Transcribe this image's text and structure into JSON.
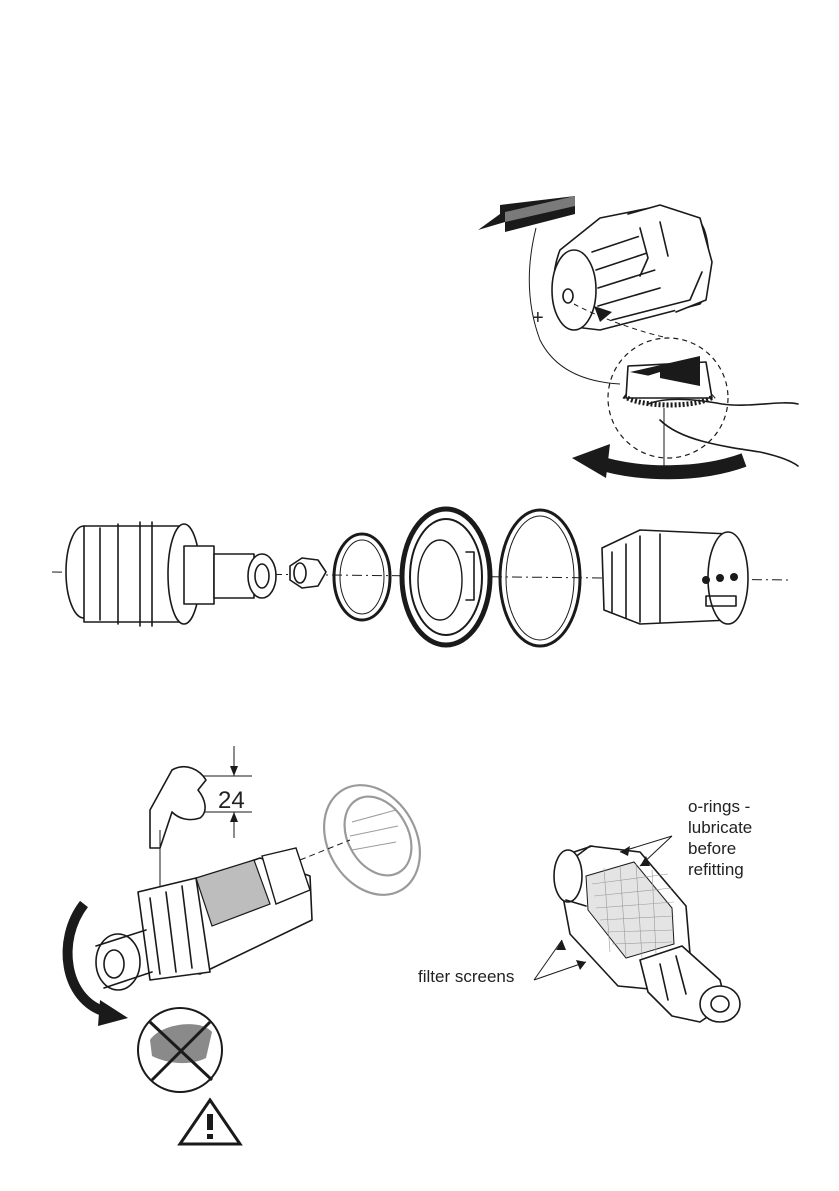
{
  "callouts": {
    "orings": [
      "o-rings -",
      "lubricate",
      "before",
      "refitting"
    ],
    "filters": "filter screens",
    "plus": "+",
    "spanner_size": "24"
  },
  "icons": {
    "warning": "warning-triangle-icon",
    "no_hand": "no-hand-tighten-icon"
  },
  "colors": {
    "ink": "#1a1a1a",
    "ghost_nut": "#9a9a9a",
    "band": "#bdbdbd"
  }
}
